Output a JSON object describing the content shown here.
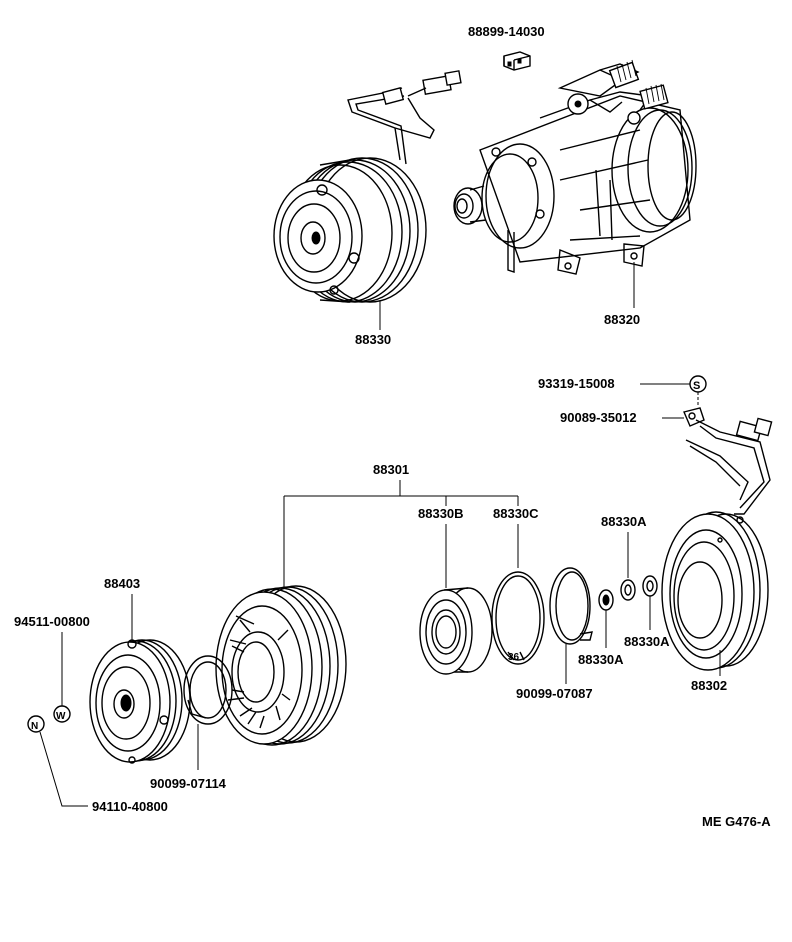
{
  "diagram_id": "ME G476-A",
  "part_labels": {
    "p88899": "88899-14030",
    "p88330_top": "88330",
    "p88320": "88320",
    "p93319": "93319-15008",
    "p90089": "90089-35012",
    "p88301": "88301",
    "p88330B": "88330B",
    "p88330C": "88330C",
    "p88330A_top": "88330A",
    "p88403": "88403",
    "p94511": "94511-00800",
    "p88330A_mid": "88330A",
    "p88330A_low": "88330A",
    "p88302": "88302",
    "p90099_07087": "90099-07087",
    "p90099_07114": "90099-07114",
    "p94110": "94110-40800"
  },
  "symbols": {
    "s_mark": "S",
    "w_mark": "W",
    "n_mark": "N"
  }
}
